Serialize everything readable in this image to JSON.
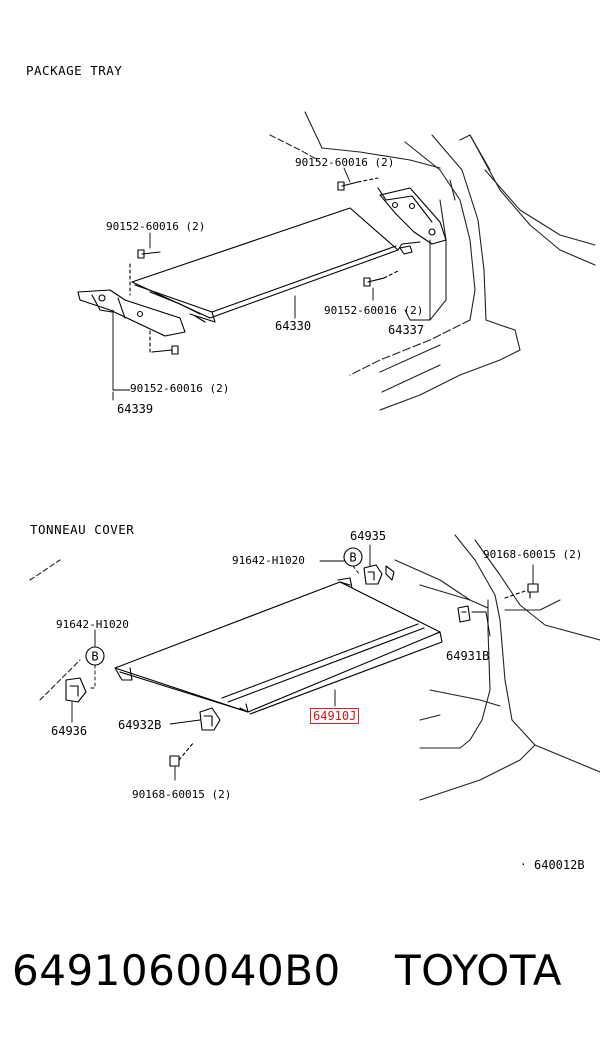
{
  "package_tray": {
    "title": "PACKAGE TRAY",
    "labels": {
      "bolt_top": "90152-60016 (2)",
      "bolt_left": "90152-60016 (2)",
      "bolt_right": "90152-60016 (2)",
      "bolt_bottom": "90152-60016 (2)",
      "tray": "64330",
      "bracket_right": "64337",
      "bracket_left": "64339"
    }
  },
  "tonneau_cover": {
    "title": "TONNEAU COVER",
    "labels": {
      "clip_top": "91642-H1020",
      "clip_left": "91642-H1020",
      "holder_top": "64935",
      "screw_top": "90168-60015 (2)",
      "holder_right": "64931B",
      "holder_left": "64936",
      "holder_bottom": "64932B",
      "screw_bottom": "90168-60015 (2)",
      "cover": "64910J",
      "circle_b": "B"
    }
  },
  "figure_code": "640012B",
  "footer": {
    "part_number": "6491060040B0",
    "brand": "TOYOTA"
  },
  "highlight_color": "#e02020"
}
